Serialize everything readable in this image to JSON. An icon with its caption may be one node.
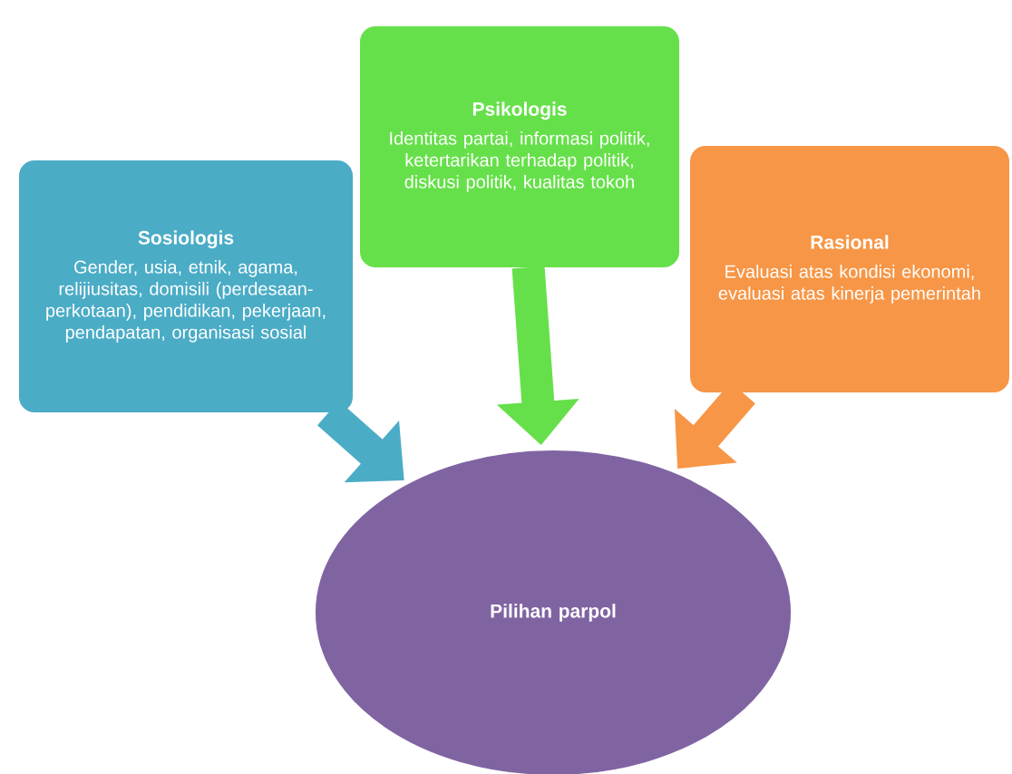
{
  "diagram": {
    "nodes": [
      {
        "text": [
          "Sosiologis",
          "Gender, usia, etnik, agama, relijiusitas, domisili (perdesaan-perkotaan), pendidikan, pekerjaan, pendapatan, organisasi sosial"
        ]
      },
      {
        "text": [
          "Psikologis",
          "Identitas partai, informasi politik, ketertarikan terhadap politik, diskusi politik, kualitas tokoh"
        ]
      },
      {
        "text": [
          "Rasional",
          "Evaluasi atas kondisi ekonomi, evaluasi atas kinerja pemerintah"
        ]
      },
      {
        "text": [
          "Pilihan parpol"
        ]
      }
    ],
    "edges": [
      {
        "from": 0,
        "to": 3,
        "arrow": "to",
        "color": "#4bacc6"
      },
      {
        "from": 1,
        "to": 3,
        "arrow": "to",
        "color": "#66e04a"
      },
      {
        "from": 2,
        "to": 3,
        "arrow": "to",
        "color": "#f79646"
      }
    ]
  }
}
